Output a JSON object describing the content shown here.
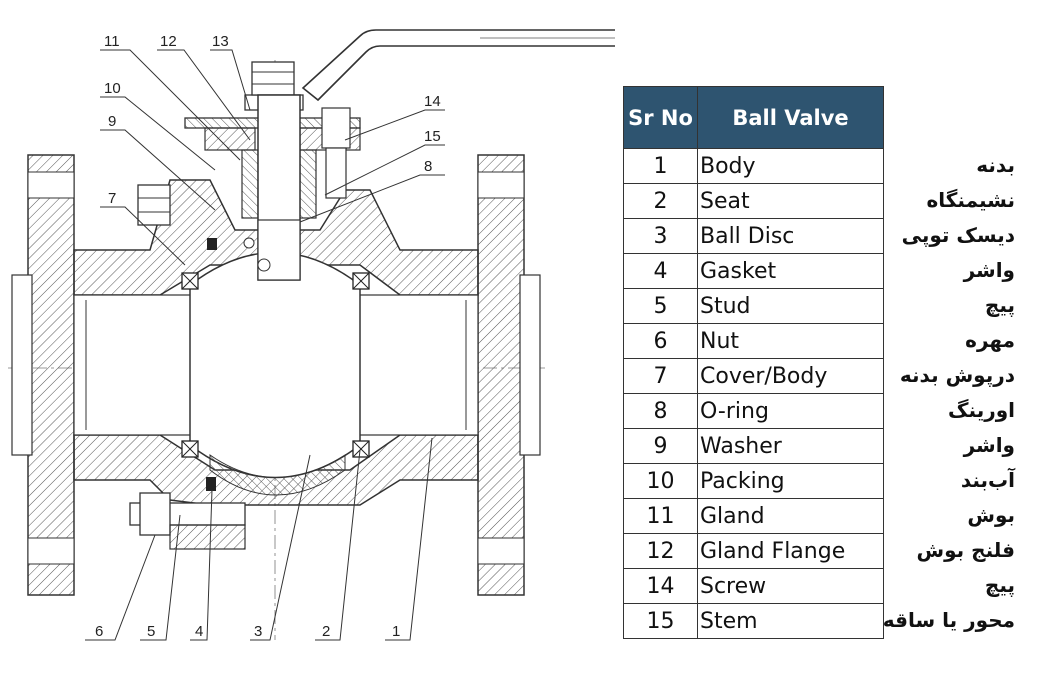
{
  "table": {
    "header": {
      "sr_no": "Sr No",
      "name": "Ball Valve"
    },
    "rows": [
      {
        "no": "1",
        "name": "Body",
        "fa": "بدنه"
      },
      {
        "no": "2",
        "name": "Seat",
        "fa": "نشیمنگاه"
      },
      {
        "no": "3",
        "name": "Ball Disc",
        "fa": "دیسک توپی"
      },
      {
        "no": "4",
        "name": "Gasket",
        "fa": "واشر"
      },
      {
        "no": "5",
        "name": "Stud",
        "fa": "پیچ"
      },
      {
        "no": "6",
        "name": "Nut",
        "fa": "مهره"
      },
      {
        "no": "7",
        "name": "Cover/Body",
        "fa": "درپوش بدنه"
      },
      {
        "no": "8",
        "name": "O-ring",
        "fa": "اورینگ"
      },
      {
        "no": "9",
        "name": "Washer",
        "fa": "واشر"
      },
      {
        "no": "10",
        "name": "Packing",
        "fa": "آب‌بند"
      },
      {
        "no": "11",
        "name": "Gland",
        "fa": "بوش"
      },
      {
        "no": "12",
        "name": "Gland Flange",
        "fa": "فلنج بوش"
      },
      {
        "no": "14",
        "name": "Screw",
        "fa": "پیچ"
      },
      {
        "no": "15",
        "name": "Stem",
        "fa": "محور یا ساقه"
      }
    ]
  },
  "callouts": {
    "c1": "1",
    "c2": "2",
    "c3": "3",
    "c4": "4",
    "c5": "5",
    "c6": "6",
    "c7": "7",
    "c8": "8",
    "c9": "9",
    "c10": "10",
    "c11": "11",
    "c12": "12",
    "c13": "13",
    "c14": "14",
    "c15": "15"
  },
  "colors": {
    "header_bg": "#2e5470",
    "header_text": "#ffffff",
    "line": "#333333"
  }
}
